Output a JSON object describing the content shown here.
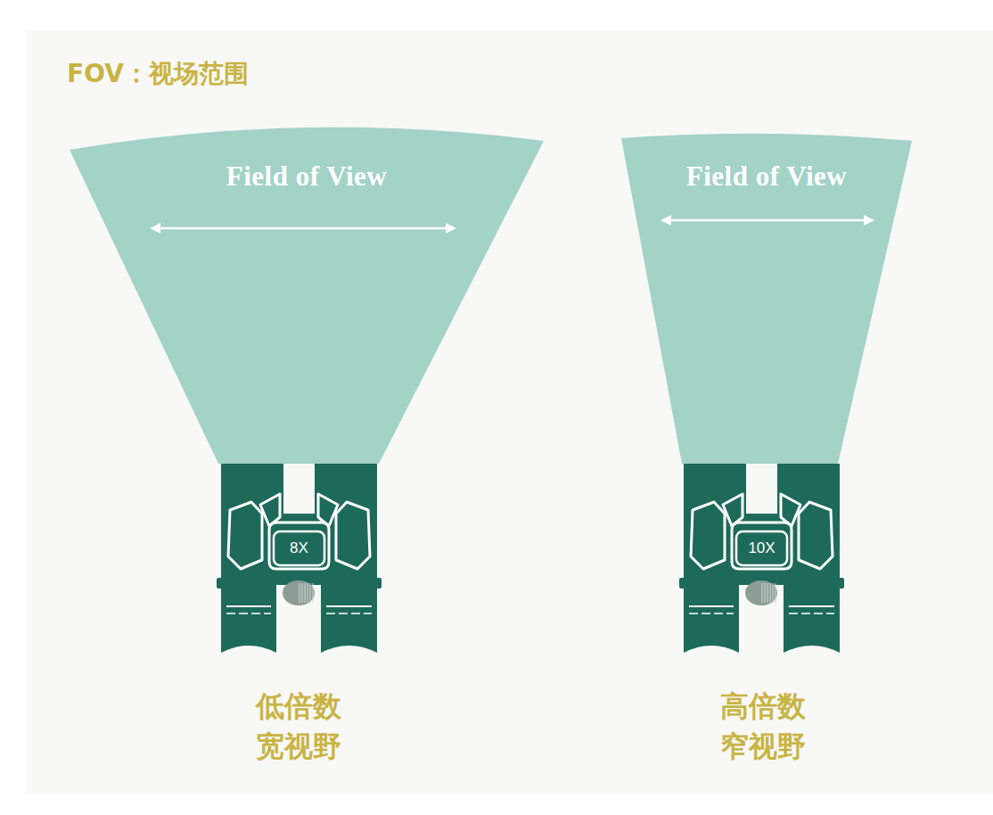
{
  "diagram": {
    "title": "FOV：视场范围",
    "nodes": [
      {
        "text": [
          "Field of View"
        ]
      },
      {
        "text": [
          "8X"
        ]
      },
      {
        "text": [
          "Field of View"
        ]
      },
      {
        "text": [
          "10X"
        ]
      }
    ],
    "labels": [
      "低倍数 宽视野",
      "高倍数 窄视野"
    ]
  }
}
